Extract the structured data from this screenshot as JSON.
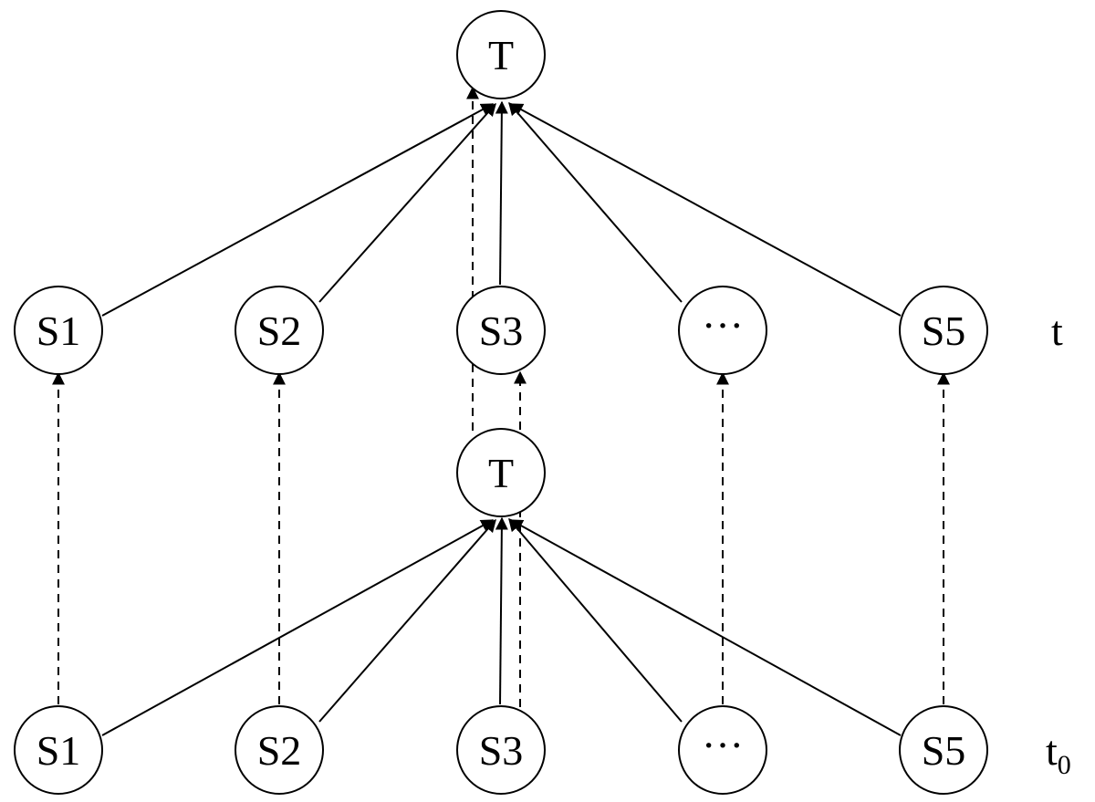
{
  "diagram": {
    "nodes": {
      "T_t": "T",
      "S1_t": "S1",
      "S2_t": "S2",
      "S3_t": "S3",
      "S4_t": "···",
      "S5_t": "S5",
      "T_t0": "T",
      "S1_t0": "S1",
      "S2_t0": "S2",
      "S3_t0": "S3",
      "S4_t0": "···",
      "S5_t0": "S5"
    },
    "time_labels": {
      "t": "t",
      "t0_main": "t",
      "t0_sub": "0"
    },
    "edges": [
      {
        "from": "S1_t",
        "to": "T_t",
        "style": "solid"
      },
      {
        "from": "S2_t",
        "to": "T_t",
        "style": "solid"
      },
      {
        "from": "S3_t",
        "to": "T_t",
        "style": "solid"
      },
      {
        "from": "S4_t",
        "to": "T_t",
        "style": "solid"
      },
      {
        "from": "S5_t",
        "to": "T_t",
        "style": "solid"
      },
      {
        "from": "S1_t0",
        "to": "T_t0",
        "style": "solid"
      },
      {
        "from": "S2_t0",
        "to": "T_t0",
        "style": "solid"
      },
      {
        "from": "S3_t0",
        "to": "T_t0",
        "style": "solid"
      },
      {
        "from": "S4_t0",
        "to": "T_t0",
        "style": "solid"
      },
      {
        "from": "S5_t0",
        "to": "T_t0",
        "style": "solid"
      },
      {
        "from": "S1_t0",
        "to": "S1_t",
        "style": "dashed"
      },
      {
        "from": "S2_t0",
        "to": "S2_t",
        "style": "dashed"
      },
      {
        "from": "S3_t0",
        "to": "S3_t",
        "style": "dashed"
      },
      {
        "from": "S4_t0",
        "to": "S4_t",
        "style": "dashed"
      },
      {
        "from": "S5_t0",
        "to": "S5_t",
        "style": "dashed"
      },
      {
        "from": "T_t0",
        "to": "T_t",
        "style": "dashed"
      }
    ]
  }
}
